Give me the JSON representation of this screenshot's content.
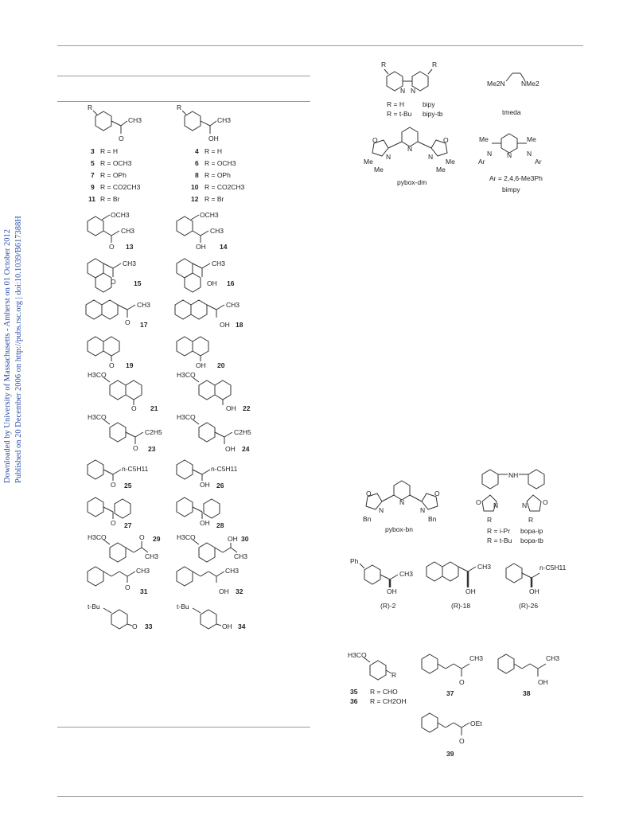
{
  "sidebar": {
    "line1": "Downloaded by University of Massachusetts - Amherst on 01 October 2012",
    "line2": "Published on 20 December 2006 on http://pubs.rsc.org | doi:10.1039/B617388H"
  },
  "left_column": {
    "rows": [
      {
        "sub": "R",
        "sub_group": "CH3",
        "prod_group": "CH3",
        "prod_oh": "OH"
      },
      {
        "num_a": "3",
        "r_a": "R = H",
        "num_b": "4",
        "r_b": "R = H"
      },
      {
        "num_a": "5",
        "r_a": "R = OCH3",
        "num_b": "6",
        "r_b": "R = OCH3"
      },
      {
        "num_a": "7",
        "r_a": "R = OPh",
        "num_b": "8",
        "r_b": "R = OPh"
      },
      {
        "num_a": "9",
        "r_a": "R = CO2CH3",
        "num_b": "10",
        "r_b": "R = CO2CH3"
      },
      {
        "num_a": "11",
        "r_a": "R = Br",
        "num_b": "12",
        "r_b": "R = Br"
      }
    ],
    "compounds": [
      {
        "id": "13",
        "pair": "14",
        "sub_top": "OCH3",
        "sub_side": "CH3",
        "sub_bottom": "O",
        "prod_bottom": "OH"
      },
      {
        "id": "15",
        "pair": "16",
        "sub_side": "CH3",
        "sub_bottom": "O",
        "prod_bottom": "OH"
      },
      {
        "id": "17",
        "pair": "18",
        "sub_side": "CH3",
        "sub_bottom": "O",
        "prod_bottom": "OH"
      },
      {
        "id": "19",
        "pair": "20",
        "sub_bottom": "O",
        "prod_bottom": "OH"
      },
      {
        "id": "21",
        "pair": "22",
        "sub_top": "H3CO",
        "sub_bottom": "O",
        "prod_bottom": "OH"
      },
      {
        "id": "23",
        "pair": "24",
        "sub_top": "H3CO",
        "sub_side": "C2H5",
        "sub_bottom": "O",
        "prod_bottom": "OH"
      },
      {
        "id": "25",
        "pair": "26",
        "sub_side": "n-C5H11",
        "sub_bottom": "O",
        "prod_bottom": "OH"
      },
      {
        "id": "27",
        "pair": "28",
        "sub_bottom": "O",
        "prod_bottom": "OH"
      },
      {
        "id": "29",
        "pair": "30",
        "sub_top": "H3CO",
        "sub_side": "CH3",
        "sub_bottom": "O",
        "prod_bottom": "OH"
      },
      {
        "id": "31",
        "pair": "32",
        "sub_side": "CH3",
        "sub_bottom": "O",
        "prod_bottom": "OH"
      },
      {
        "id": "33",
        "pair": "34",
        "sub_top": "t-Bu",
        "sub_bottom": "O",
        "prod_bottom": "OH"
      }
    ]
  },
  "right_column": {
    "bipy": {
      "r_label": "R",
      "n_label": "N",
      "line1_a": "R = H",
      "line1_b": "bipy",
      "line2_a": "R = t-Bu",
      "line2_b": "bipy-tb"
    },
    "tmeda": {
      "left": "Me2N",
      "right": "NMe2",
      "name": "tmeda"
    },
    "pybox_dm": {
      "me": "Me",
      "name": "pybox-dm",
      "o": "O",
      "n": "N"
    },
    "bimpy": {
      "me": "Me",
      "ar": "Ar",
      "n": "N",
      "ar_def": "Ar = 2,4,6-Me3Ph",
      "name": "bimpy"
    },
    "pybox_bn": {
      "bn": "Bn",
      "name": "pybox-bn"
    },
    "bopa": {
      "nh": "NH",
      "r": "R",
      "line1_a": "R = i-Pr",
      "line1_b": "bopa-ip",
      "line2_a": "R = t-Bu",
      "line2_b": "bopa-tb"
    },
    "chiral": [
      {
        "top": "Ph",
        "side": "CH3",
        "oh": "OH",
        "label": "(R)-2"
      },
      {
        "side": "CH3",
        "oh": "OH",
        "label": "(R)-18"
      },
      {
        "side": "n-C5H11",
        "oh": "OH",
        "label": "(R)-26"
      }
    ],
    "aldehydes": {
      "top": "H3CO",
      "r": "R",
      "n35": "35",
      "r35": "R = CHO",
      "n36": "36",
      "r36": "R = CH2OH"
    },
    "enone": {
      "side": "CH3",
      "o": "O",
      "num": "37"
    },
    "allyl_alcohol": {
      "side": "CH3",
      "oh": "OH",
      "num": "38"
    },
    "ester": {
      "side": "OEt",
      "o": "O",
      "num": "39"
    }
  }
}
